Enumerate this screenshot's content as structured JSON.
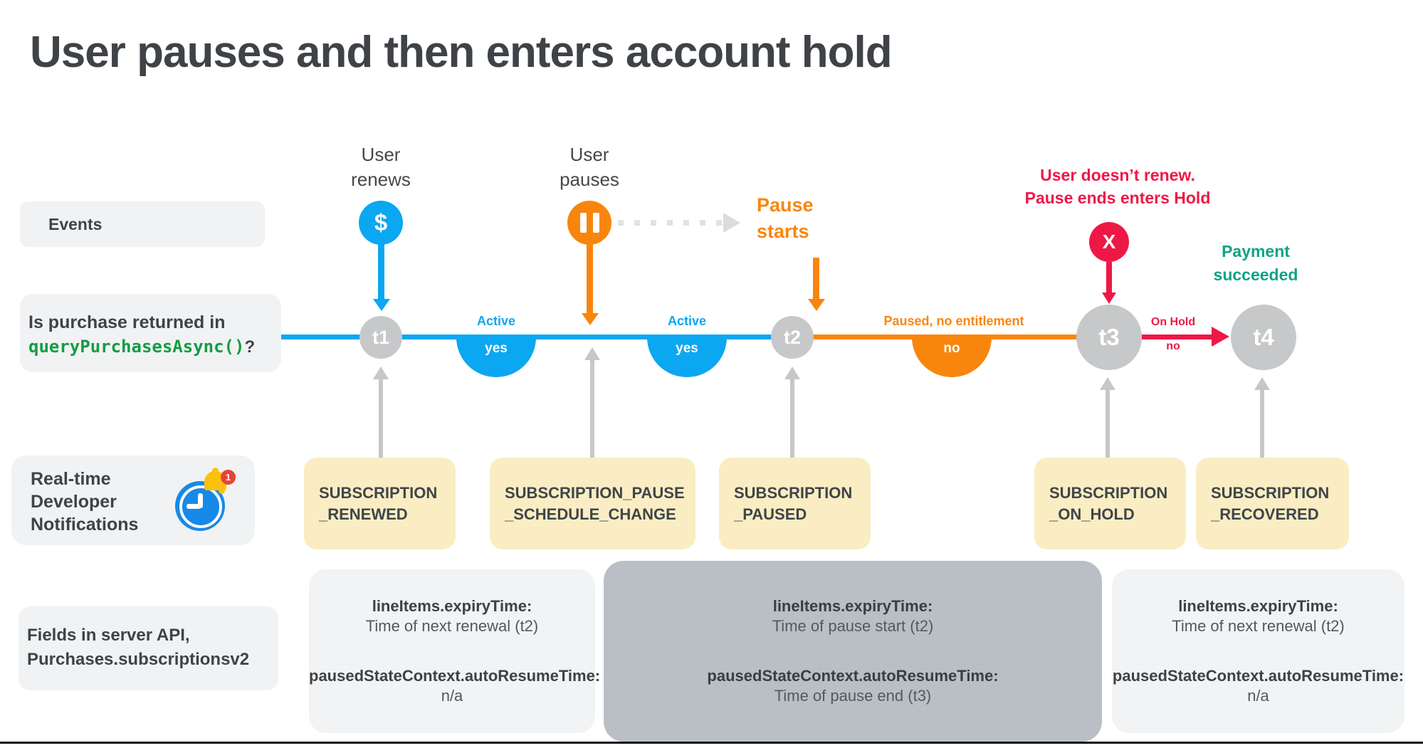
{
  "title": "User pauses and then enters account hold",
  "colors": {
    "blue": "#0BA7F1",
    "orange": "#F8860D",
    "red": "#EE1846",
    "teal": "#10A287",
    "code_green": "#149C43",
    "node_gray": "#C7C8C9",
    "notification_yellow": "#FAEDC3",
    "label_gray": "#F1F2F3",
    "fields_dark_gray": "#B9BFC5",
    "text_dark": "#3F4347"
  },
  "row_labels": {
    "events": "Events",
    "purchase_question_line1": "Is purchase returned in",
    "purchase_question_code": "queryPurchasesAsync()",
    "purchase_question_suffix": "?",
    "rtdn_line1": "Real-time",
    "rtdn_line2": "Developer",
    "rtdn_line3": "Notifications",
    "rtdn_badge_count": "1",
    "fields_line1": "Fields in server API,",
    "fields_line2": "Purchases.subscriptionsv2"
  },
  "events": {
    "renew_label_line1": "User",
    "renew_label_line2": "renews",
    "renew_icon_glyph": "$",
    "pause_label_line1": "User",
    "pause_label_line2": "pauses",
    "pause_starts_line1": "Pause",
    "pause_starts_line2": "starts",
    "no_renew_line1": "User doesn’t renew.",
    "no_renew_line2": "Pause ends enters Hold",
    "payment_line1": "Payment",
    "payment_line2": "succeeded",
    "hold_icon_glyph": "X"
  },
  "timeline": {
    "nodes": [
      "t1",
      "t2",
      "t3",
      "t4"
    ],
    "segments": [
      {
        "state": "Active",
        "answer": "yes"
      },
      {
        "state": "Active",
        "answer": "yes"
      },
      {
        "state": "Paused, no entitlement",
        "answer": "no"
      },
      {
        "state": "On Hold",
        "answer": "no"
      }
    ]
  },
  "notifications": [
    {
      "line1": "SUBSCRIPTION",
      "line2": "_RENEWED"
    },
    {
      "line1": "SUBSCRIPTION_PAUSE",
      "line2": "_SCHEDULE_CHANGE"
    },
    {
      "line1": "SUBSCRIPTION",
      "line2": "_PAUSED"
    },
    {
      "line1": "SUBSCRIPTION",
      "line2": "_ON_HOLD"
    },
    {
      "line1": "SUBSCRIPTION",
      "line2": "_RECOVERED"
    }
  ],
  "fields": [
    {
      "expiry_label": "lineItems.expiryTime:",
      "expiry_value": "Time of next renewal (t2)",
      "resume_label": "pausedStateContext.autoResumeTime:",
      "resume_value": "n/a"
    },
    {
      "expiry_label": "lineItems.expiryTime:",
      "expiry_value": "Time of pause start (t2)",
      "resume_label": "pausedStateContext.autoResumeTime:",
      "resume_value": "Time of pause end (t3)"
    },
    {
      "expiry_label": "lineItems.expiryTime:",
      "expiry_value": "Time of next renewal (t2)",
      "resume_label": "pausedStateContext.autoResumeTime:",
      "resume_value": "n/a"
    }
  ]
}
